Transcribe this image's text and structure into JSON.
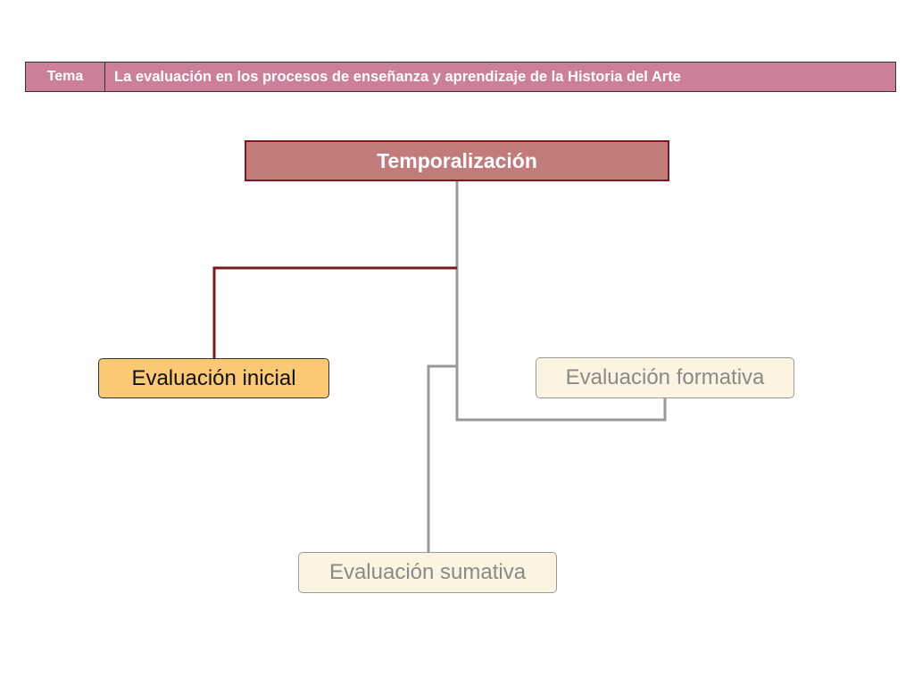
{
  "header": {
    "label": "Tema",
    "value": "La evaluación en los procesos de enseñanza y aprendizaje de la Historia del Arte"
  },
  "diagram": {
    "root": "Temporalización",
    "children": [
      {
        "id": "inicial",
        "label": "Evaluación inicial",
        "state": "active"
      },
      {
        "id": "formativa",
        "label": "Evaluación formativa",
        "state": "inactive"
      },
      {
        "id": "sumativa",
        "label": "Evaluación sumativa",
        "state": "inactive"
      }
    ]
  },
  "colors": {
    "header_bg": "#cc7f99",
    "root_bg": "#c17b7b",
    "root_border": "#7a1a1a",
    "active_node_bg": "#fbc876",
    "inactive_node_bg": "#fdf3e1",
    "active_connector": "#7a1a1a",
    "inactive_connector": "#999999"
  }
}
